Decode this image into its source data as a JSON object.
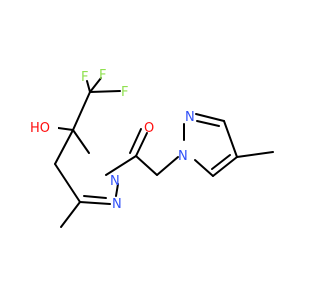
{
  "molecule": {
    "atoms": {
      "hydroxyl": "HO",
      "fluorine_top": "F",
      "fluorine_left": "F",
      "fluorine_right": "F",
      "ring1_n_lower": "N",
      "ring1_n_upper": "N",
      "carbonyl_oxygen": "O",
      "ring2_n_upper": "N",
      "ring2_n_lower": "N"
    },
    "colors": {
      "oxygen": "#ff0d0d",
      "nitrogen": "#3050f8",
      "fluorine": "#90e050",
      "bond": "#000000"
    }
  }
}
